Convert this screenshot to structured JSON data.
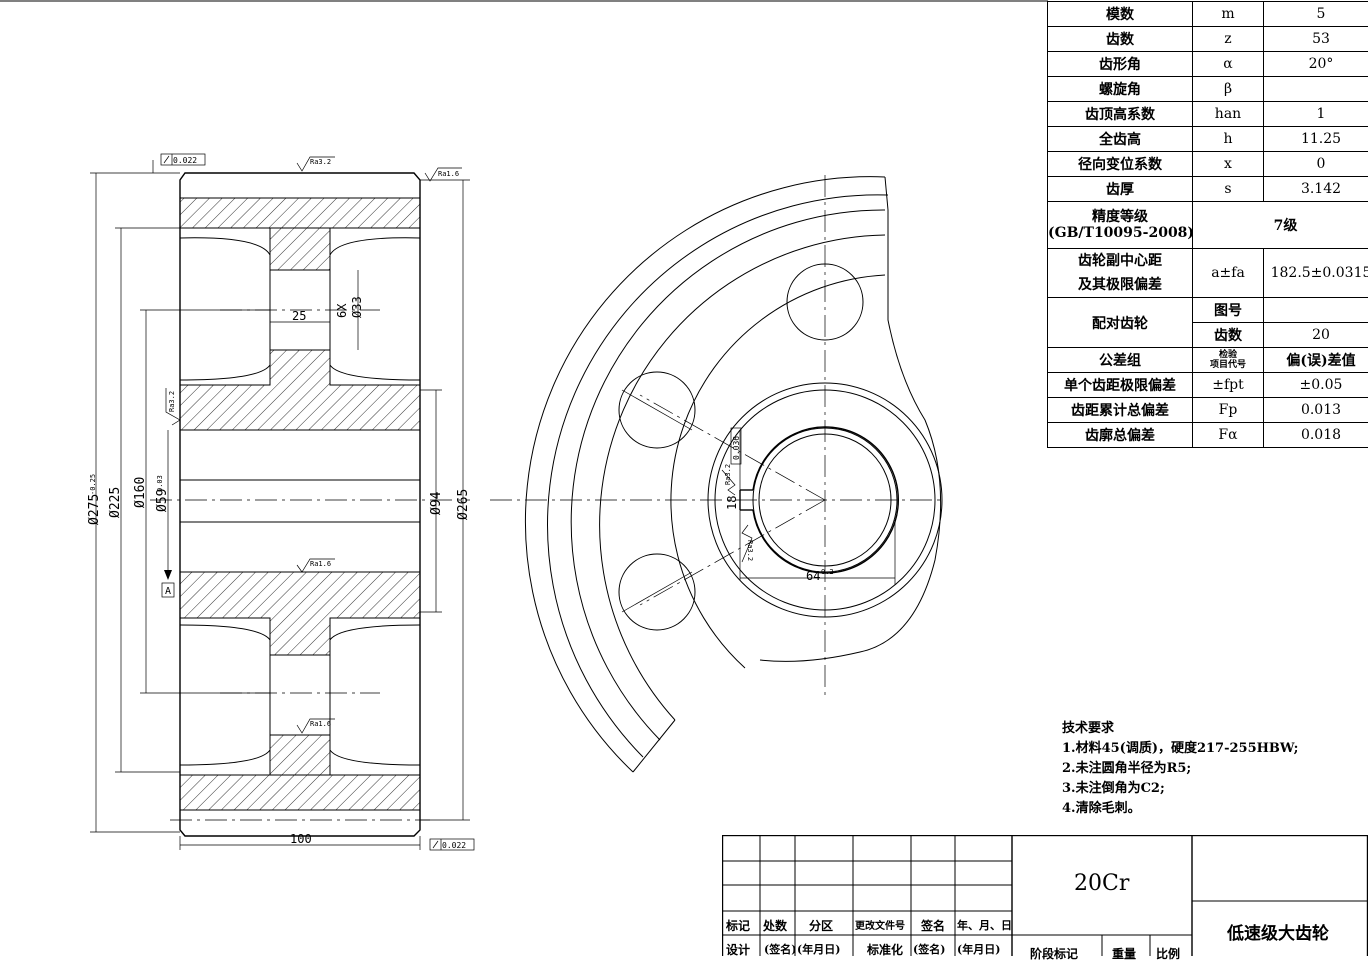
{
  "parameters": {
    "rows": [
      {
        "name": "模数",
        "symbol": "m",
        "value": "5"
      },
      {
        "name": "齿数",
        "symbol": "z",
        "value": "53"
      },
      {
        "name": "齿形角",
        "symbol": "α",
        "value": "20°"
      },
      {
        "name": "螺旋角",
        "symbol": "β",
        "value": ""
      },
      {
        "name": "齿顶高系数",
        "symbol": "han",
        "value": "1"
      },
      {
        "name": "全齿高",
        "symbol": "h",
        "value": "11.25"
      },
      {
        "name": "径向变位系数",
        "symbol": "x",
        "value": "0"
      },
      {
        "name": "齿厚",
        "symbol": "s",
        "value": "3.142"
      }
    ],
    "precision": {
      "name_line1": "精度等级",
      "name_line2": "(GB/T10095-2008)",
      "value": "7级"
    },
    "center_distance": {
      "name_line1": "齿轮副中心距",
      "name_line2": "及其极限偏差",
      "symbol": "a±fa",
      "value": "182.5±0.0315"
    },
    "mating_gear": {
      "name": "配对齿轮",
      "drawing_no_label": "图号",
      "drawing_no_value": "",
      "teeth_label": "齿数",
      "teeth_value": "20"
    },
    "tolerance_header": {
      "name": "公差组",
      "symbol_line1": "检验",
      "symbol_line2": "项目代号",
      "value": "偏(误)差值"
    },
    "tolerance_rows": [
      {
        "name": "单个齿距极限偏差",
        "symbol": "±fpt",
        "value": "±0.05"
      },
      {
        "name": "齿距累计总偏差",
        "symbol": "Fp",
        "value": "0.013"
      },
      {
        "name": "齿廓总偏差",
        "symbol": "Fα",
        "value": "0.018"
      }
    ]
  },
  "tech_requirements": {
    "title": "技术要求",
    "items": [
      "1.材料45(调质)，硬度217-255HBW;",
      "2.未注圆角半径为R5;",
      "3.未注倒角为C2;",
      "4.清除毛刺。"
    ]
  },
  "title_block": {
    "material": "20Cr",
    "part_name": "低速级大齿轮",
    "headers": [
      "标记",
      "处数",
      "分区",
      "更改文件号",
      "签名",
      "年、月、日"
    ],
    "row2": [
      "设计",
      "(签名)",
      "(年月日)",
      "标准化",
      "(签名)",
      "(年月日)"
    ],
    "stage_label": "阶段标记",
    "weight_label": "重量",
    "scale_label": "比例"
  },
  "dimensions": {
    "outer_dia": "Ø275",
    "outer_tol": "-0.25",
    "dia_225": "Ø225",
    "dia_160": "Ø160",
    "bore_dia": "Ø59",
    "bore_tol": "0.03",
    "hub_dia": "Ø94",
    "rim_dia": "Ø265",
    "width": "100",
    "hole_count": "6X",
    "hole_dia": "Ø33",
    "web_width": "25",
    "keyway_width": "18",
    "keyway_depth": "64",
    "keyway_depth_tol": "0.2",
    "keyway_tol": "0.036",
    "runout_top": "0.022",
    "runout_bottom": "0.022",
    "datum": "A",
    "ra_top": "Ra3.2",
    "ra_right": "Ra1.6",
    "ra_left": "Ra3.2",
    "ra_mid": "Ra1.6",
    "ra_bottom": "Ra1.6",
    "ra_key": "Ra3.2",
    "ra_key2": "Ra3.2"
  }
}
